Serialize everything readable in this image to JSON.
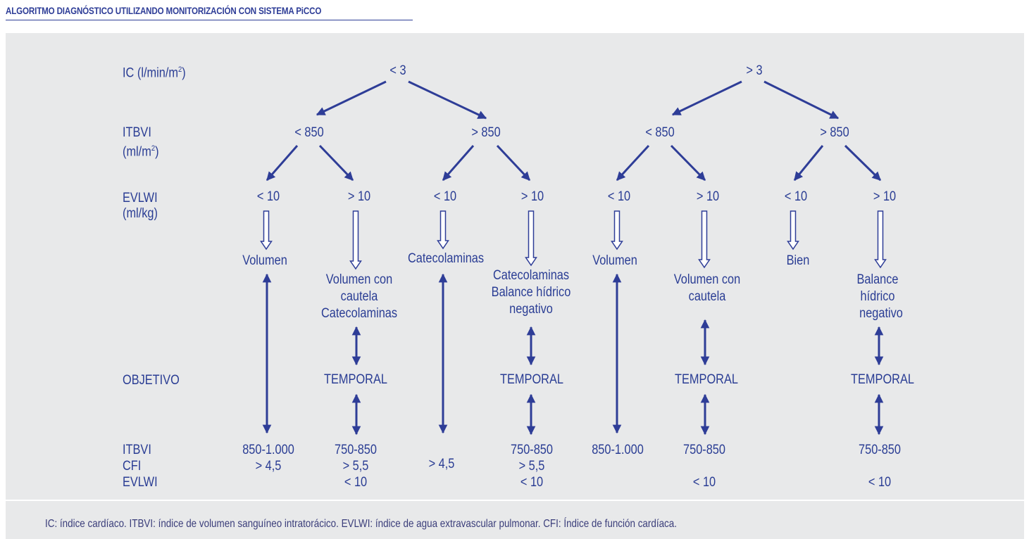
{
  "title": "ALGORITMO DIAGNÓSTICO UTILIZANDO MONITORIZACIÓN CON SISTEMA PiCCO",
  "colors": {
    "primary": "#2e3d97",
    "panel": "#e8e9ea"
  },
  "row_labels": {
    "ic": "IC (l/min/m",
    "ic_sup": "2",
    "ic_close": ")",
    "itbvi": "ITBVI",
    "itbvi_unit": "(ml/m",
    "itbvi_sup": "2",
    "itbvi_close": ")",
    "evlwi": "EVLWI",
    "evlwi_unit": "(ml/kg)",
    "objetivo": "OBJETIVO",
    "t_itbvi": "ITBVI",
    "t_cfi": "CFI",
    "t_evlwi": "EVLWI"
  },
  "ic": {
    "low": "< 3",
    "high": "> 3"
  },
  "itbvi": [
    "< 850",
    "> 850",
    "< 850",
    "> 850"
  ],
  "evlwi": [
    "< 10",
    "> 10",
    "< 10",
    "> 10",
    "< 10",
    "> 10",
    "< 10",
    "> 10"
  ],
  "actions": [
    [
      "Volumen"
    ],
    [
      "Volumen con",
      "cautela",
      "Catecolaminas"
    ],
    [
      "Catecolaminas"
    ],
    [
      "Catecolaminas",
      "Balance hídrico",
      "negativo"
    ],
    [
      "Volumen"
    ],
    [
      "Volumen con",
      "cautela"
    ],
    [
      "Bien"
    ],
    [
      "Balance",
      "hídrico",
      "negativo"
    ]
  ],
  "temporal": "TEMPORAL",
  "targets": [
    {
      "itbvi": "850-1.000",
      "cfi": "> 4,5",
      "evlwi": ""
    },
    {
      "itbvi": "750-850",
      "cfi": "> 5,5",
      "evlwi": "< 10"
    },
    {
      "itbvi": "",
      "cfi": "> 4,5",
      "evlwi": ""
    },
    {
      "itbvi": "750-850",
      "cfi": "> 5,5",
      "evlwi": "< 10"
    },
    {
      "itbvi": "850-1.000",
      "cfi": "",
      "evlwi": ""
    },
    {
      "itbvi": "750-850",
      "cfi": "",
      "evlwi": "< 10"
    },
    {
      "itbvi": "",
      "cfi": "",
      "evlwi": ""
    },
    {
      "itbvi": "750-850",
      "cfi": "",
      "evlwi": "< 10"
    }
  ],
  "footnote": "IC: índice cardíaco. ITBVI: índice de volumen sanguíneo intratorácico. EVLWI: índice de agua extravascular pulmonar. CFI: Índice de función cardíaca."
}
